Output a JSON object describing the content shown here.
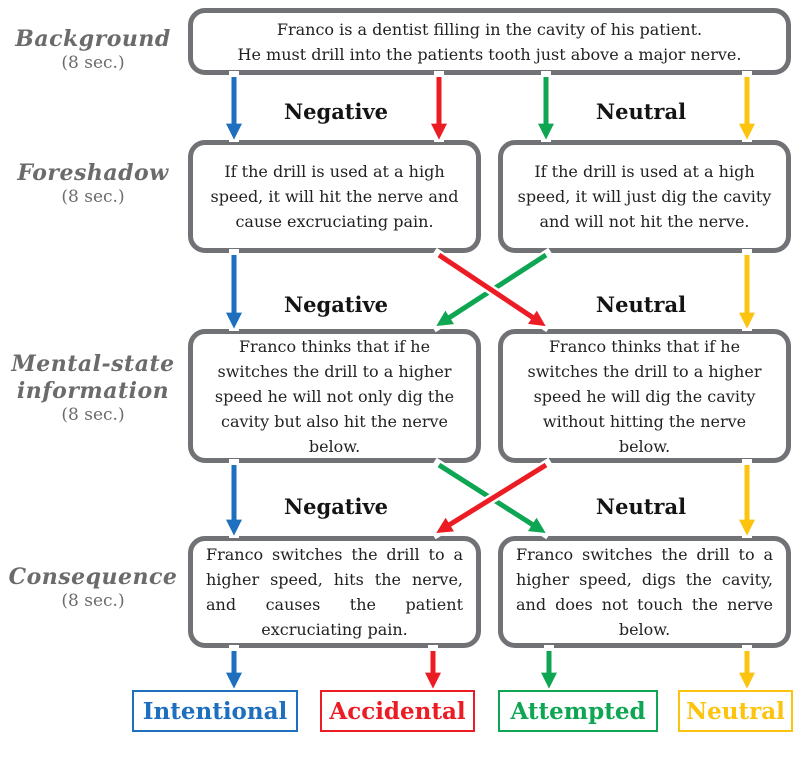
{
  "stages": [
    {
      "label": "Background",
      "duration": "(8 sec.)"
    },
    {
      "label": "Foreshadow",
      "duration": "(8 sec.)"
    },
    {
      "label": "Mental-state information",
      "duration": "(8 sec.)"
    },
    {
      "label": "Consequence",
      "duration": "(8 sec.)"
    }
  ],
  "condition_labels": {
    "negative": "Negative",
    "neutral": "Neutral"
  },
  "background": {
    "line1": "Franco is a dentist filling in the cavity of his patient.",
    "line2": "He must drill into the patients tooth just above a major nerve."
  },
  "foreshadow": {
    "negative": "If the drill is used at a high speed, it will hit the nerve and cause excruciating pain.",
    "neutral": "If the drill is used at a high speed, it will just dig the cavity and will not hit the nerve."
  },
  "mental_state": {
    "negative": "Franco thinks that if he switches the drill to a higher speed he will not only dig the cavity but also hit the nerve below.",
    "neutral": "Franco thinks that if he switches the drill to a higher speed he will dig the cavity without hitting the nerve below."
  },
  "consequence": {
    "negative": "Franco switches the drill to a higher speed, hits the nerve, and causes the patient excruciating pain.",
    "neutral": "Franco switches the drill to a higher speed, digs the cavity, and does not touch the nerve below."
  },
  "outcomes": [
    {
      "label": "Intentional",
      "color": "#1e6fbe"
    },
    {
      "label": "Accidental",
      "color": "#ec1c24"
    },
    {
      "label": "Attempted",
      "color": "#0fa653"
    },
    {
      "label": "Neutral",
      "color": "#fcc30f"
    }
  ],
  "colors": {
    "blue": "#1e6fbe",
    "red": "#ec1c24",
    "green": "#0fa653",
    "yellow": "#fcc30f",
    "box_border": "#717275",
    "stage_label_gray": "#6b6b6b"
  }
}
